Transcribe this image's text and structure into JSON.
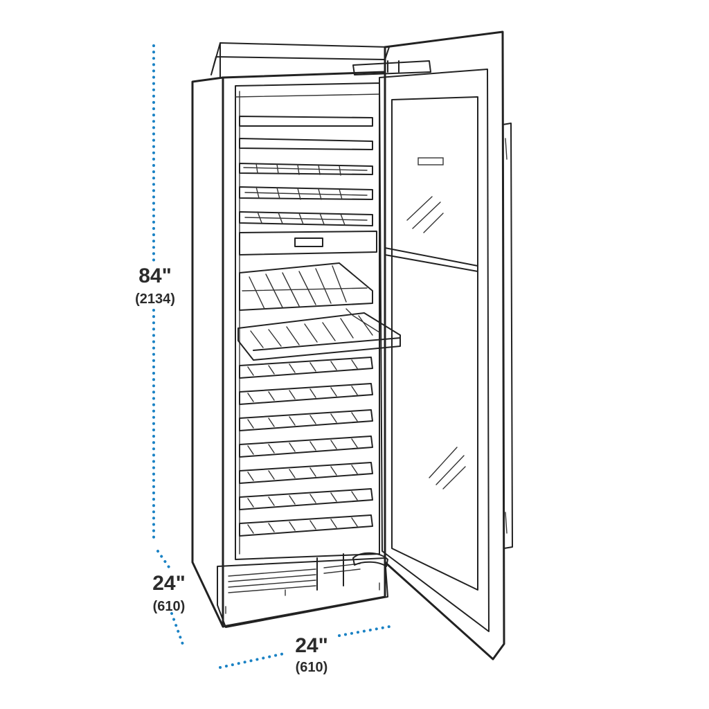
{
  "dimensions": {
    "height": {
      "imperial": "84\"",
      "metric": "(2134)"
    },
    "depth": {
      "imperial": "24\"",
      "metric": "(610)"
    },
    "width": {
      "imperial": "24\"",
      "metric": "(610)"
    }
  },
  "colors": {
    "dimension_line": "#1a82c4",
    "outline": "#222222",
    "fill": "#ffffff"
  }
}
